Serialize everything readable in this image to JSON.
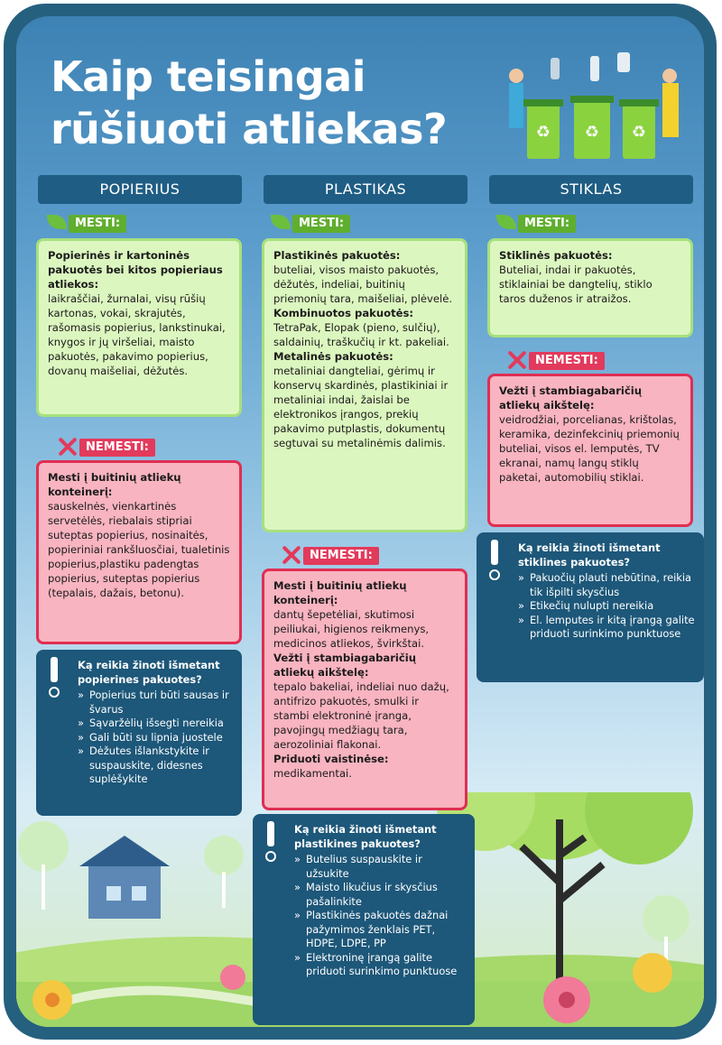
{
  "title": {
    "line1": "Kaip teisingai",
    "line2": "rūšiuoti atliekas?"
  },
  "columns": [
    {
      "header": "POPIERIUS"
    },
    {
      "header": "PLASTIKAS"
    },
    {
      "header": "STIKLAS"
    }
  ],
  "labels": {
    "throw": "MESTI:",
    "dont_throw": "NEMESTI:"
  },
  "popierius": {
    "mesti_heading": "Popierinės ir kartoninės pakuotės bei kitos popieriaus atliekos:",
    "mesti_text": "laikraščiai, žurnalai, visų rūšių kartonas, vokai, skrajutės, rašomasis popierius, lankstinukai, knygos ir jų viršeliai, maisto pakuotės, pakavimo popierius, dovanų maišeliai, dėžutės.",
    "nemesti_heading": "Mesti į buitinių atliekų konteinerį:",
    "nemesti_text": "sauskelnės, vienkartinės servetėlės, riebalais stipriai suteptas popierius, nosinaitės, popieriniai rankšluosčiai, tualetinis popierius,plastiku padengtas popierius, suteptas popierius (tepalais, dažais, betonu).",
    "info_question": "Ką reikia žinoti išmetant popierines pakuotes?",
    "info_items": [
      "Popierius turi būti sausas ir švarus",
      "Sąvaržėlių išsegti nereikia",
      "Gali būti su lipnia juostele",
      "Dėžutes išlankstykite ir suspauskite, didesnes suplėšykite"
    ]
  },
  "plastikas": {
    "mesti_h1": "Plastikinės pakuotės:",
    "mesti_t1": "buteliai, visos maisto pakuotės, dėžutės, indeliai, buitinių priemonių tara, maišeliai, plėvelė.",
    "mesti_h2": "Kombinuotos pakuotės:",
    "mesti_t2": "TetraPak, Elopak (pieno, sulčių), saldainių, traškučių ir kt. pakeliai.",
    "mesti_h3": "Metalinės pakuotės:",
    "mesti_t3": "metaliniai dangteliai, gėrimų ir konservų skardinės, plastikiniai ir metaliniai indai, žaislai be elektronikos įrangos, prekių pakavimo putplastis, dokumentų segtuvai su metalinėmis dalimis.",
    "nemesti_h1": "Mesti į buitinių atliekų konteinerį:",
    "nemesti_t1": "dantų šepetėliai, skutimosi peiliukai, higienos reikmenys, medicinos atliekos, švirkštai.",
    "nemesti_h2": "Vežti į stambiagabaričių atliekų aikštelę:",
    "nemesti_t2": "tepalo bakeliai, indeliai nuo dažų, antifrizo pakuotės, smulki ir stambi elektroninė įranga, pavojingų medžiagų tara, aerozoliniai flakonai.",
    "nemesti_h3": "Priduoti vaistinėse:",
    "nemesti_t3": "medikamentai.",
    "info_question": "Ką reikia žinoti išmetant plastikines pakuotes?",
    "info_items": [
      "Butelius suspauskite ir užsukite",
      "Maisto likučius ir skysčius pašalinkite",
      "Plastikinės pakuotės dažnai pažymimos ženklais PET, HDPE, LDPE, PP",
      "Elektroninę įrangą galite priduoti surinkimo punktuose"
    ]
  },
  "stiklas": {
    "mesti_heading": "Stiklinės pakuotės:",
    "mesti_text": "Buteliai, indai ir pakuotės, stiklainiai be dangtelių, stiklo taros duženos ir atraižos.",
    "nemesti_heading": "Vežti į stambiagabaričių atliekų aikštelę:",
    "nemesti_text": "veidrodžiai, porcelianas, krištolas, keramika, dezinfekcinių priemonių buteliai, visos el. lemputės, TV ekranai, namų langų stiklų paketai, automobilių stiklai.",
    "info_question": "Ką reikia žinoti išmetant stiklines pakuotes?",
    "info_items": [
      "Pakuočių plauti nebūtina, reikia tik išpilti skysčius",
      "Etikečių nulupti nereikia",
      "El. lemputes ir kitą įrangą galite priduoti surinkimo punktuose"
    ]
  },
  "colors": {
    "frame": "#26607f",
    "header": "#1f5d84",
    "green_box": "#dcf6bf",
    "green_border": "#a7e07d",
    "red_box": "#f8b4c0",
    "red_border": "#e02e52",
    "info_box": "#1d5779"
  }
}
